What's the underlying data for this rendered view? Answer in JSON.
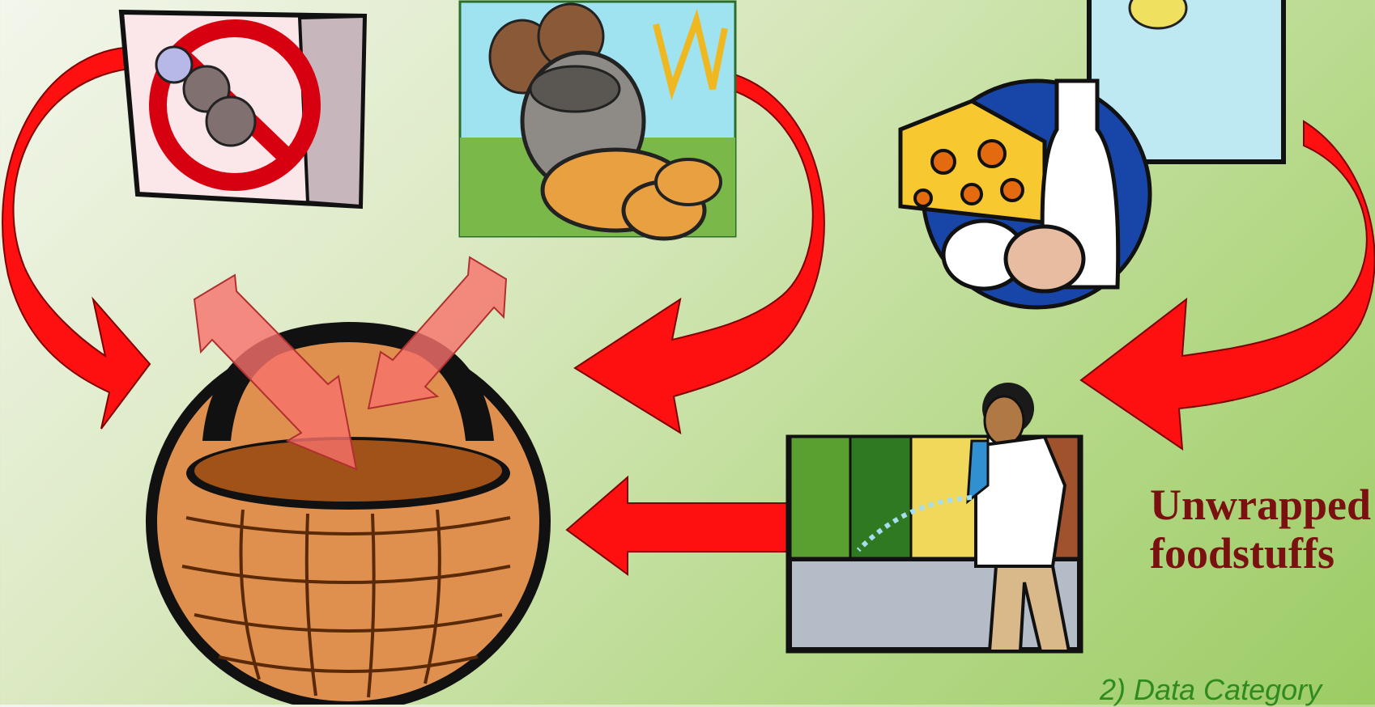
{
  "label": {
    "line1": "Unwrapped",
    "line2": "foodstuffs"
  },
  "caption": "2) Data Category",
  "colors": {
    "arrow": "#ff1010",
    "arrow_dark": "#c40000",
    "arrow_light": "#f8706b",
    "basket": "#e0904e",
    "basket_inner": "#a05218",
    "label_text": "#7a1010",
    "caption_text": "#2f8a1f"
  },
  "icons": [
    "no-pests-box-icon",
    "grain-and-bread-icon",
    "dairy-and-eggs-icon",
    "produce-stand-icon",
    "basket-icon"
  ]
}
